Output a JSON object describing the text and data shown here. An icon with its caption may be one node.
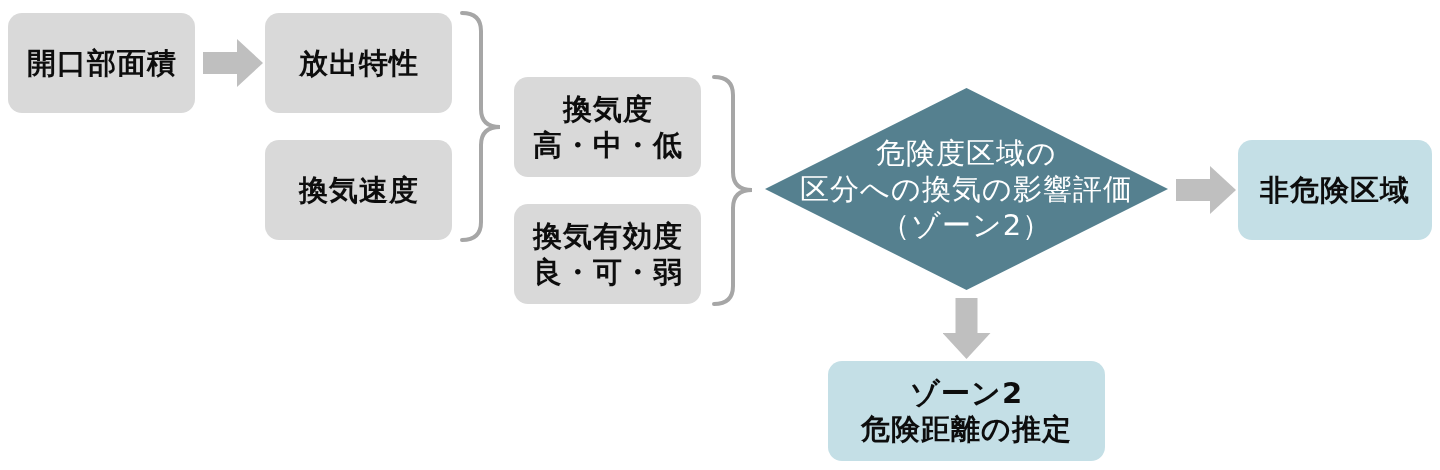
{
  "diagram": {
    "nodes": [
      {
        "text": [
          "開口部面積"
        ]
      },
      {
        "text": [
          "放出特性"
        ]
      },
      {
        "text": [
          "換気速度"
        ]
      },
      {
        "text": [
          "換気度",
          "高・中・低"
        ]
      },
      {
        "text": [
          "換気有効度",
          "良・可・弱"
        ]
      },
      {
        "text": [
          "危険度区域の区分への換気の影響評価",
          "（ゾーン2）"
        ]
      },
      {
        "text": [
          "非危険区域"
        ]
      },
      {
        "text": [
          "ゾーン2",
          "危険距離の推定"
        ]
      }
    ],
    "edges": [
      {
        "from": 0,
        "to": 1,
        "arrow": "to"
      },
      {
        "from": 5,
        "to": 6,
        "arrow": "to"
      },
      {
        "from": 5,
        "to": 7,
        "arrow": "to"
      }
    ]
  }
}
